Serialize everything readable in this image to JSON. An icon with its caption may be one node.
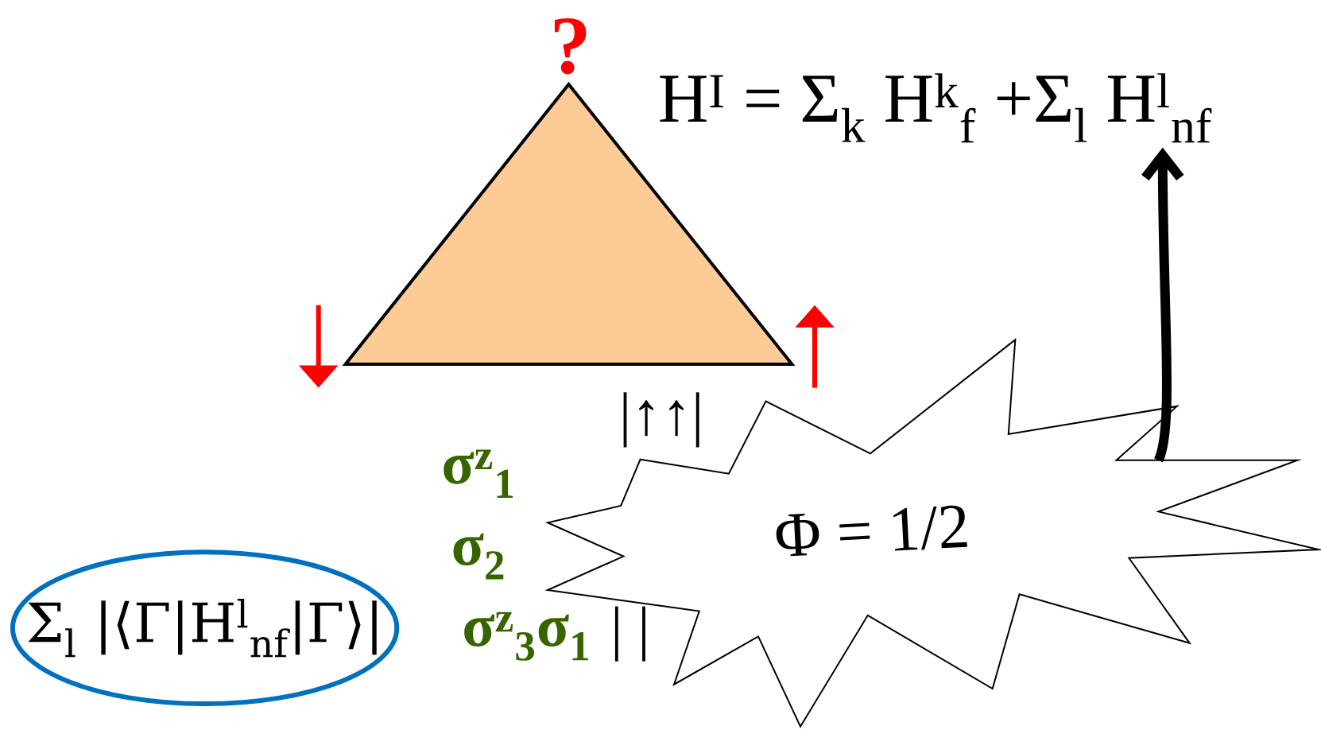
{
  "diagram": {
    "nodes": [
      {
        "text": [],
        "shape": "triangle",
        "beside": [
          "?"
        ]
      },
      {
        "text": [
          "H$^{I}$ = Σ$_{k}$ H$^{k}$$_{f}$  +Σ$_{l}$ H$^{l}$$_{nf}$"
        ]
      },
      {
        "text": [
          "Φ = 1/2"
        ]
      },
      {
        "text": [
          "Σ$_{l}$ |⟨Γ|H$^{l}$$_{nf}$|Γ⟩|"
        ]
      }
    ],
    "edges": [
      {
        "from": 2,
        "to": 1,
        "arrow": "to"
      }
    ],
    "labels": [
      "|↑↑|",
      "σ$^{z}$$_{1}$",
      "σ$_{2}$",
      "σ$^{z}$$_{3}$σ$_{1}$",
      "| |"
    ]
  }
}
